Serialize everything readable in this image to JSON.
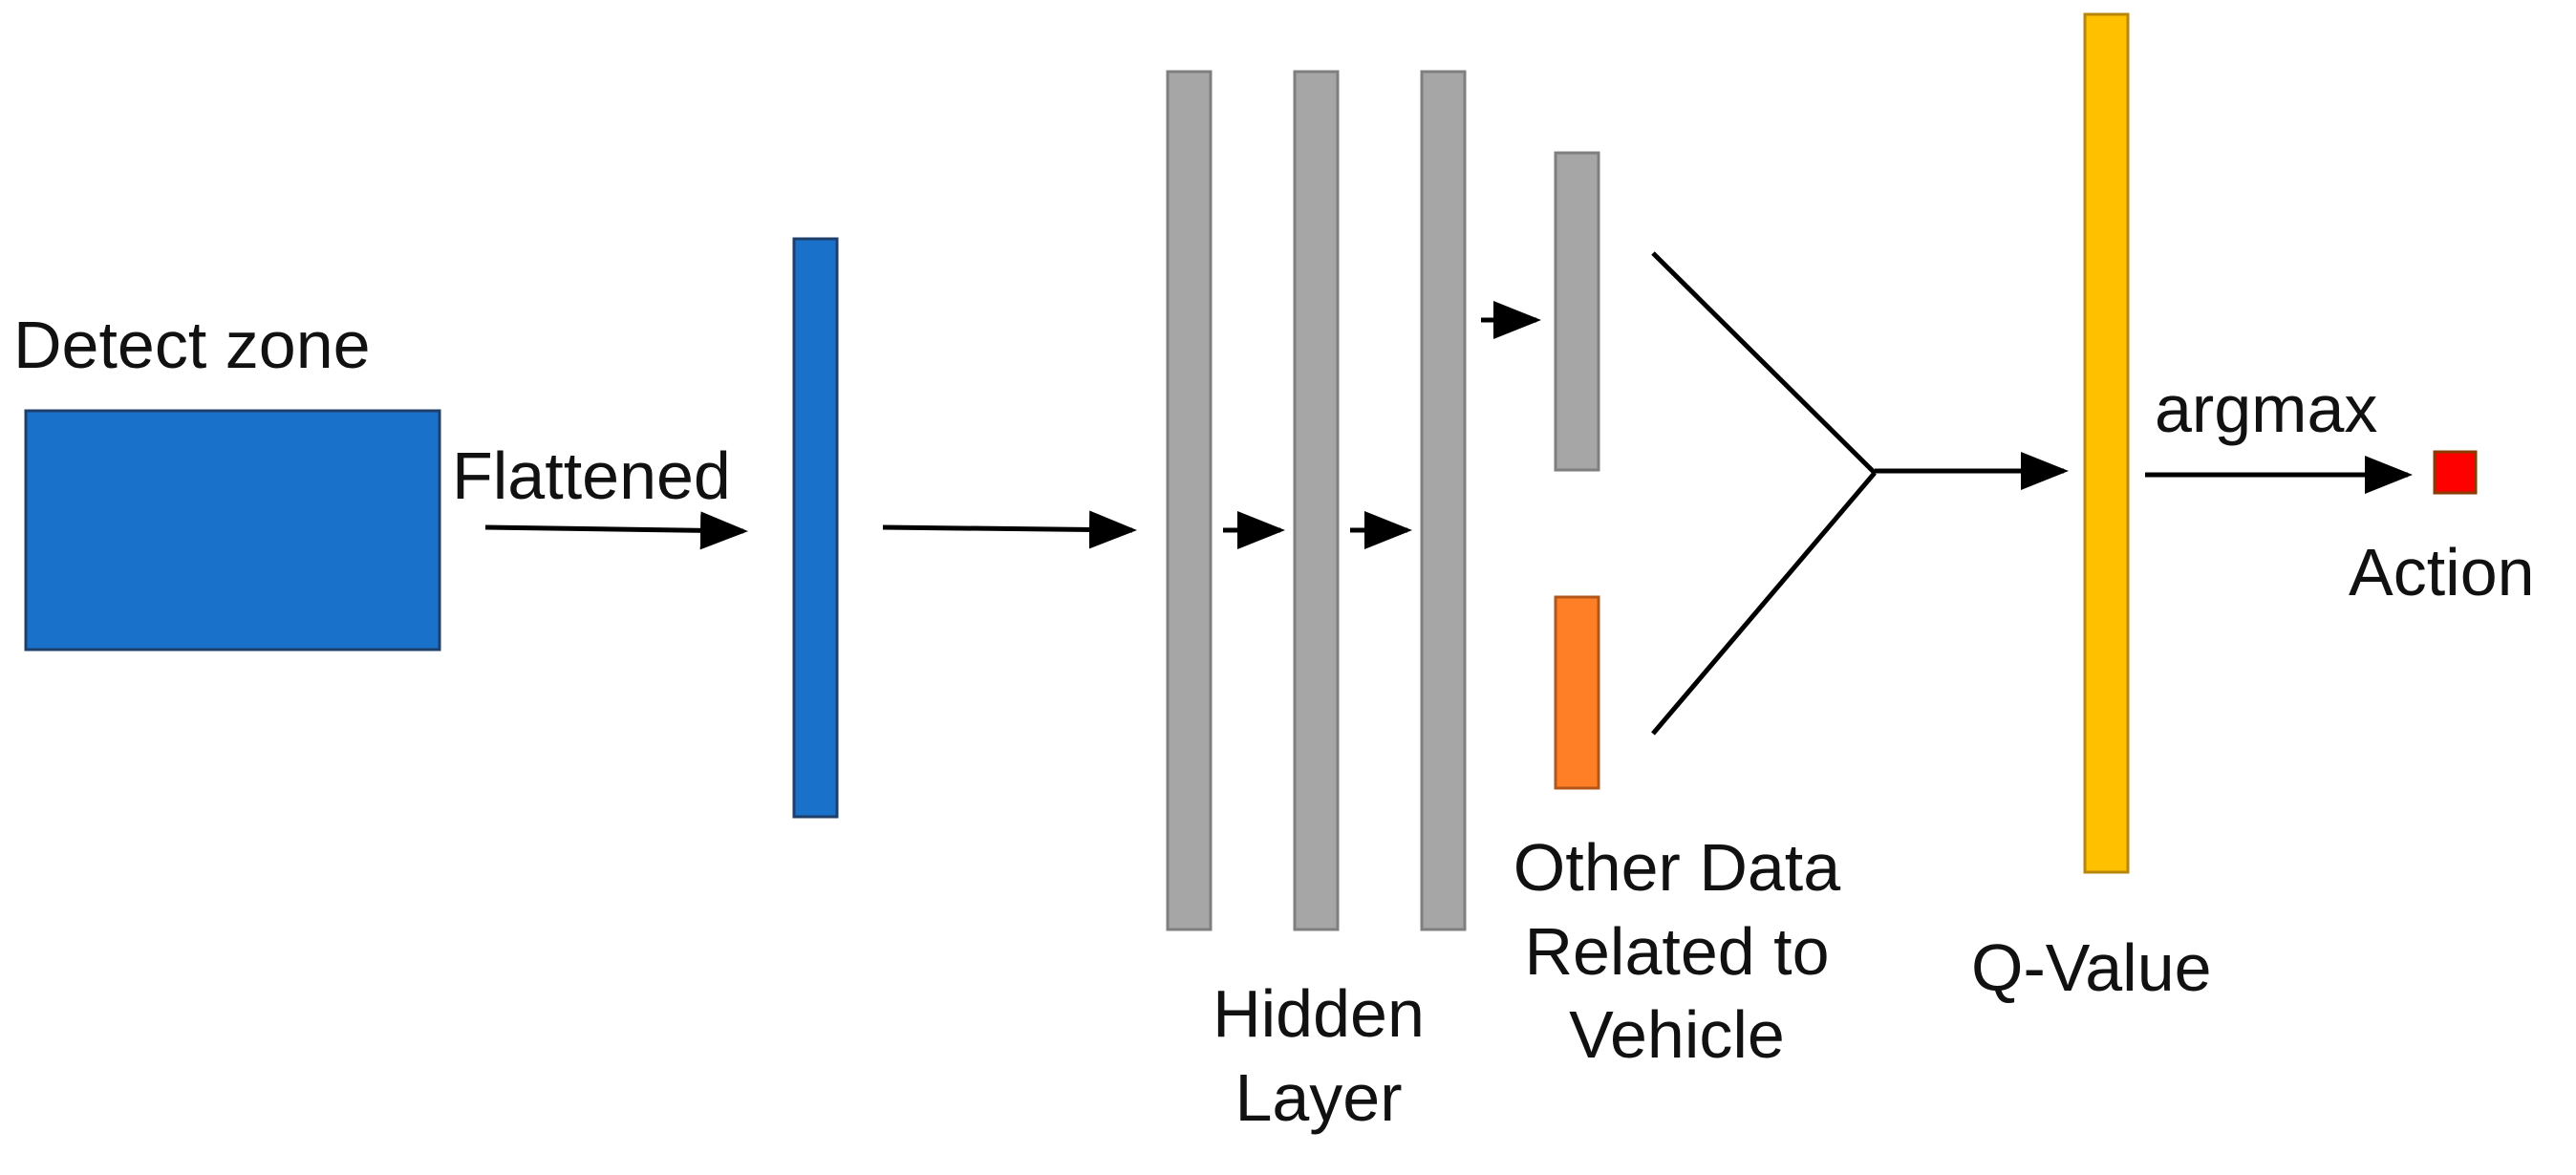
{
  "labels": {
    "detect_zone": "Detect zone",
    "flattened": "Flattened",
    "hidden_layer": [
      "Hidden",
      "Layer"
    ],
    "other_data": [
      "Other Data",
      "Related to",
      "Vehicle"
    ],
    "q_value": "Q-Value",
    "argmax": "argmax",
    "action": "Action"
  },
  "colors": {
    "detect_zone": "#1971C9",
    "flattened_vector": "#1971C9",
    "hidden_layer": "#A6A6A6",
    "other_data": "#FF7F27",
    "q_value": "#FFC000",
    "action": "#FF0000",
    "arrow": "#000000"
  }
}
